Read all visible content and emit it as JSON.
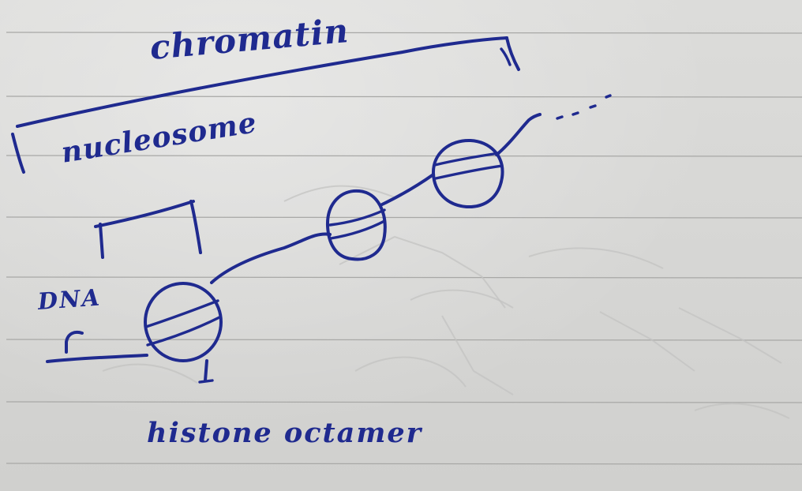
{
  "labels": {
    "chromatin": "chromatin",
    "nucleosome": "nucleosome",
    "dna": "DNA",
    "histone_octamer": "histone octamer"
  },
  "colors": {
    "paper": "#d7d7d5",
    "rule_line": "#a8a8a6",
    "ink": "#1f2a8f"
  }
}
